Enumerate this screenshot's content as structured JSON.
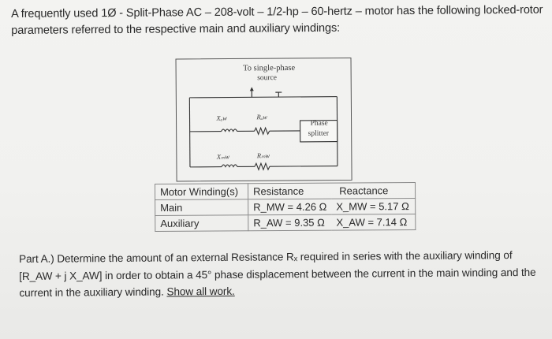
{
  "intro": {
    "line1": "A frequently used 1Ø - Split-Phase AC – 208-volt – 1/2-hp – 60-hertz – motor has the following locked-rotor",
    "line2": "parameters referred to the respective main and auxiliary windings:"
  },
  "diagram": {
    "source_line1": "To single-phase",
    "source_line2": "source",
    "x_aw": "Xₐw",
    "r_aw": "Rₐw",
    "x_mw": "Xₘw",
    "r_mw": "Rₘw",
    "splitter_line1": "Phase",
    "splitter_line2": "splitter"
  },
  "table": {
    "header": [
      "Motor Winding(s)",
      "Resistance",
      "Reactance"
    ],
    "rows": [
      [
        "Main",
        "R_MW = 4.26 Ω",
        "X_MW = 5.17 Ω"
      ],
      [
        "Auxiliary",
        "R_AW = 9.35 Ω",
        "X_AW = 7.14 Ω"
      ]
    ]
  },
  "question": {
    "line1": "Part A.) Determine the amount of an external Resistance Rₓ required in series with the auxiliary winding of",
    "line2": "[R_AW + j X_AW] in order to obtain a 45° phase displacement between the current in the main winding and the",
    "line3": "current in the auxiliary winding.",
    "show_work": "Show all work."
  }
}
